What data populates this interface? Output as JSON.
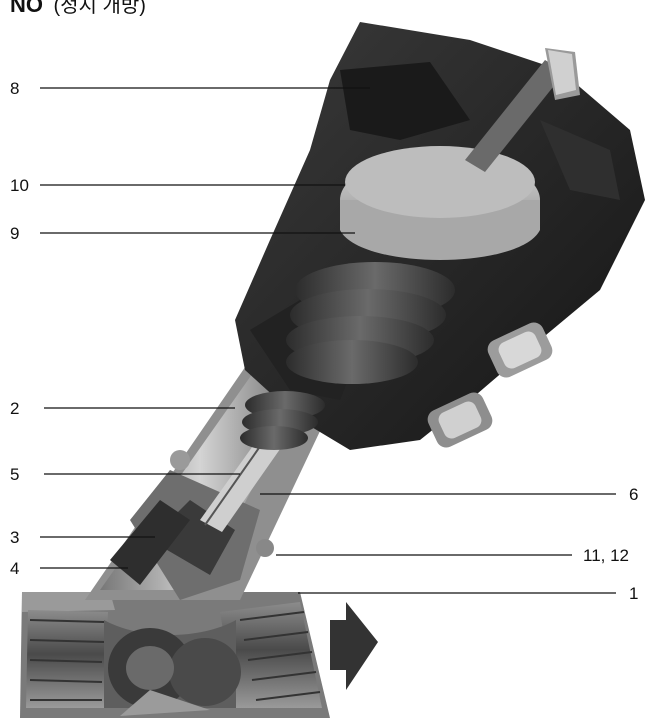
{
  "title": {
    "bold": "NO",
    "rest": "(정지 개방)"
  },
  "callouts": [
    {
      "id": "8",
      "label": "8"
    },
    {
      "id": "10",
      "label": "10"
    },
    {
      "id": "9",
      "label": "9"
    },
    {
      "id": "2",
      "label": "2"
    },
    {
      "id": "5",
      "label": "5"
    },
    {
      "id": "3",
      "label": "3"
    },
    {
      "id": "4",
      "label": "4"
    },
    {
      "id": "6",
      "label": "6"
    },
    {
      "id": "11-12",
      "label": "11, 12"
    },
    {
      "id": "1",
      "label": "1"
    }
  ],
  "icons": [
    "flow-direction-arrow-icon"
  ],
  "colors": {
    "body_dark": "#2a2a2a",
    "body_mid": "#5a5a5a",
    "metal_light": "#c8c8c8",
    "leader_line": "#111111"
  }
}
